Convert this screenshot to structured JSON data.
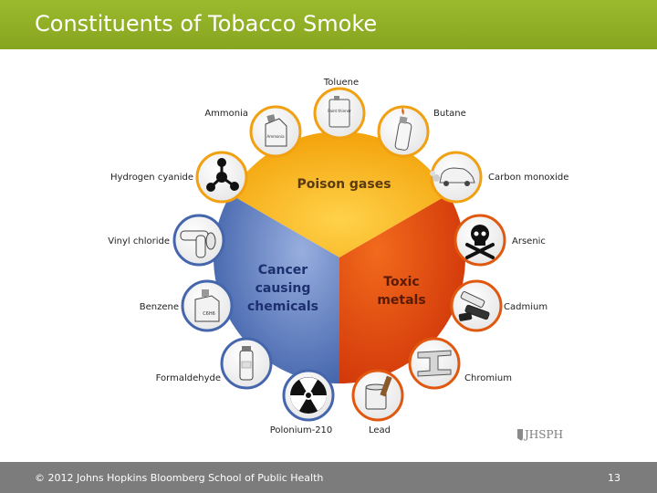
{
  "slide": {
    "title": "Constituents of Tobacco Smoke",
    "footer": "© 2012 Johns Hopkins Bloomberg School of Public Health",
    "page_number": "13"
  },
  "diagram": {
    "sectors": {
      "poison": {
        "line1": "Poison gases"
      },
      "cancer": {
        "line1": "Cancer",
        "line2": "causing",
        "line3": "chemicals"
      },
      "toxic": {
        "line1": "Toxic",
        "line2": "metals"
      }
    },
    "items": {
      "toluene": "Toluene",
      "butane": "Butane",
      "carbon_monoxide": "Carbon monoxide",
      "arsenic": "Arsenic",
      "cadmium": "Cadmium",
      "chromium": "Chromium",
      "lead": "Lead",
      "polonium": "Polonium-210",
      "formaldehyde": "Formaldehyde",
      "benzene": "Benzene",
      "vinyl_chloride": "Vinyl chloride",
      "hydrogen_cyanide": "Hydrogen cyanide",
      "ammonia": "Ammonia"
    },
    "icon_labels": {
      "paint_thinner": "Paint thinner",
      "ammonia_bottle": "Ammonia",
      "c6h6": "C6H6"
    },
    "logo": "JHSPH"
  }
}
